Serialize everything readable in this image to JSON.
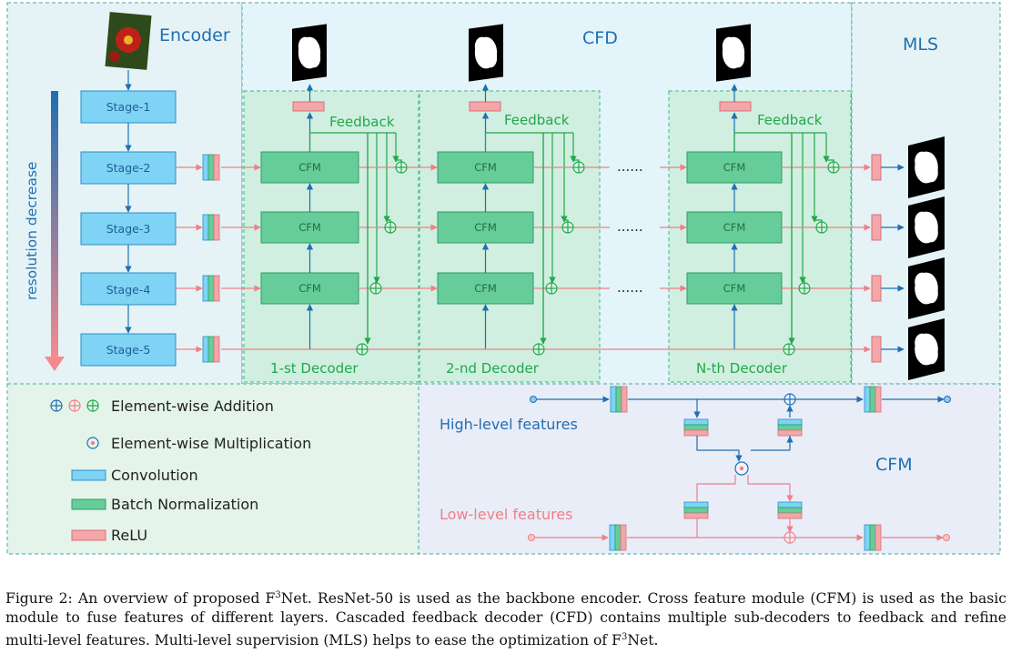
{
  "sections": {
    "encoder": "Encoder",
    "cfd": "CFD",
    "mls": "MLS",
    "cfm": "CFM"
  },
  "side_label": "resolution decrease",
  "stages": [
    "Stage-1",
    "Stage-2",
    "Stage-3",
    "Stage-4",
    "Stage-5"
  ],
  "cfm_block_label": "CFM",
  "feedback_label": "Feedback",
  "ellipsis": "......",
  "decoders": [
    "1-st Decoder",
    "2-nd Decoder",
    "N-th Decoder"
  ],
  "legend": {
    "addition": "Element-wise Addition",
    "multiplication": "Element-wise Multiplication",
    "convolution": "Convolution",
    "batchnorm": "Batch Normalization",
    "relu": "ReLU"
  },
  "cfm_detail": {
    "high": "High-level features",
    "low": "Low-level features"
  },
  "caption": {
    "part1": "Figure 2: An overview of proposed F",
    "sup": "3",
    "part2": "Net. ResNet-50 is used as the backbone encoder. Cross feature module (CFM) is used as the basic module to fuse features of different layers. Cascaded feedback decoder (CFD) contains multiple sub-decoders to feedback and refine multi-level features. Multi-level supervision (MLS) helps to ease the optimization of F",
    "part3": "Net."
  },
  "colors": {
    "conv": "#7fd3f5",
    "bn": "#66cc99",
    "relu": "#f4a6a9",
    "blue": "#1f6fb2",
    "green": "#22a84a",
    "pink": "#f07f86"
  }
}
